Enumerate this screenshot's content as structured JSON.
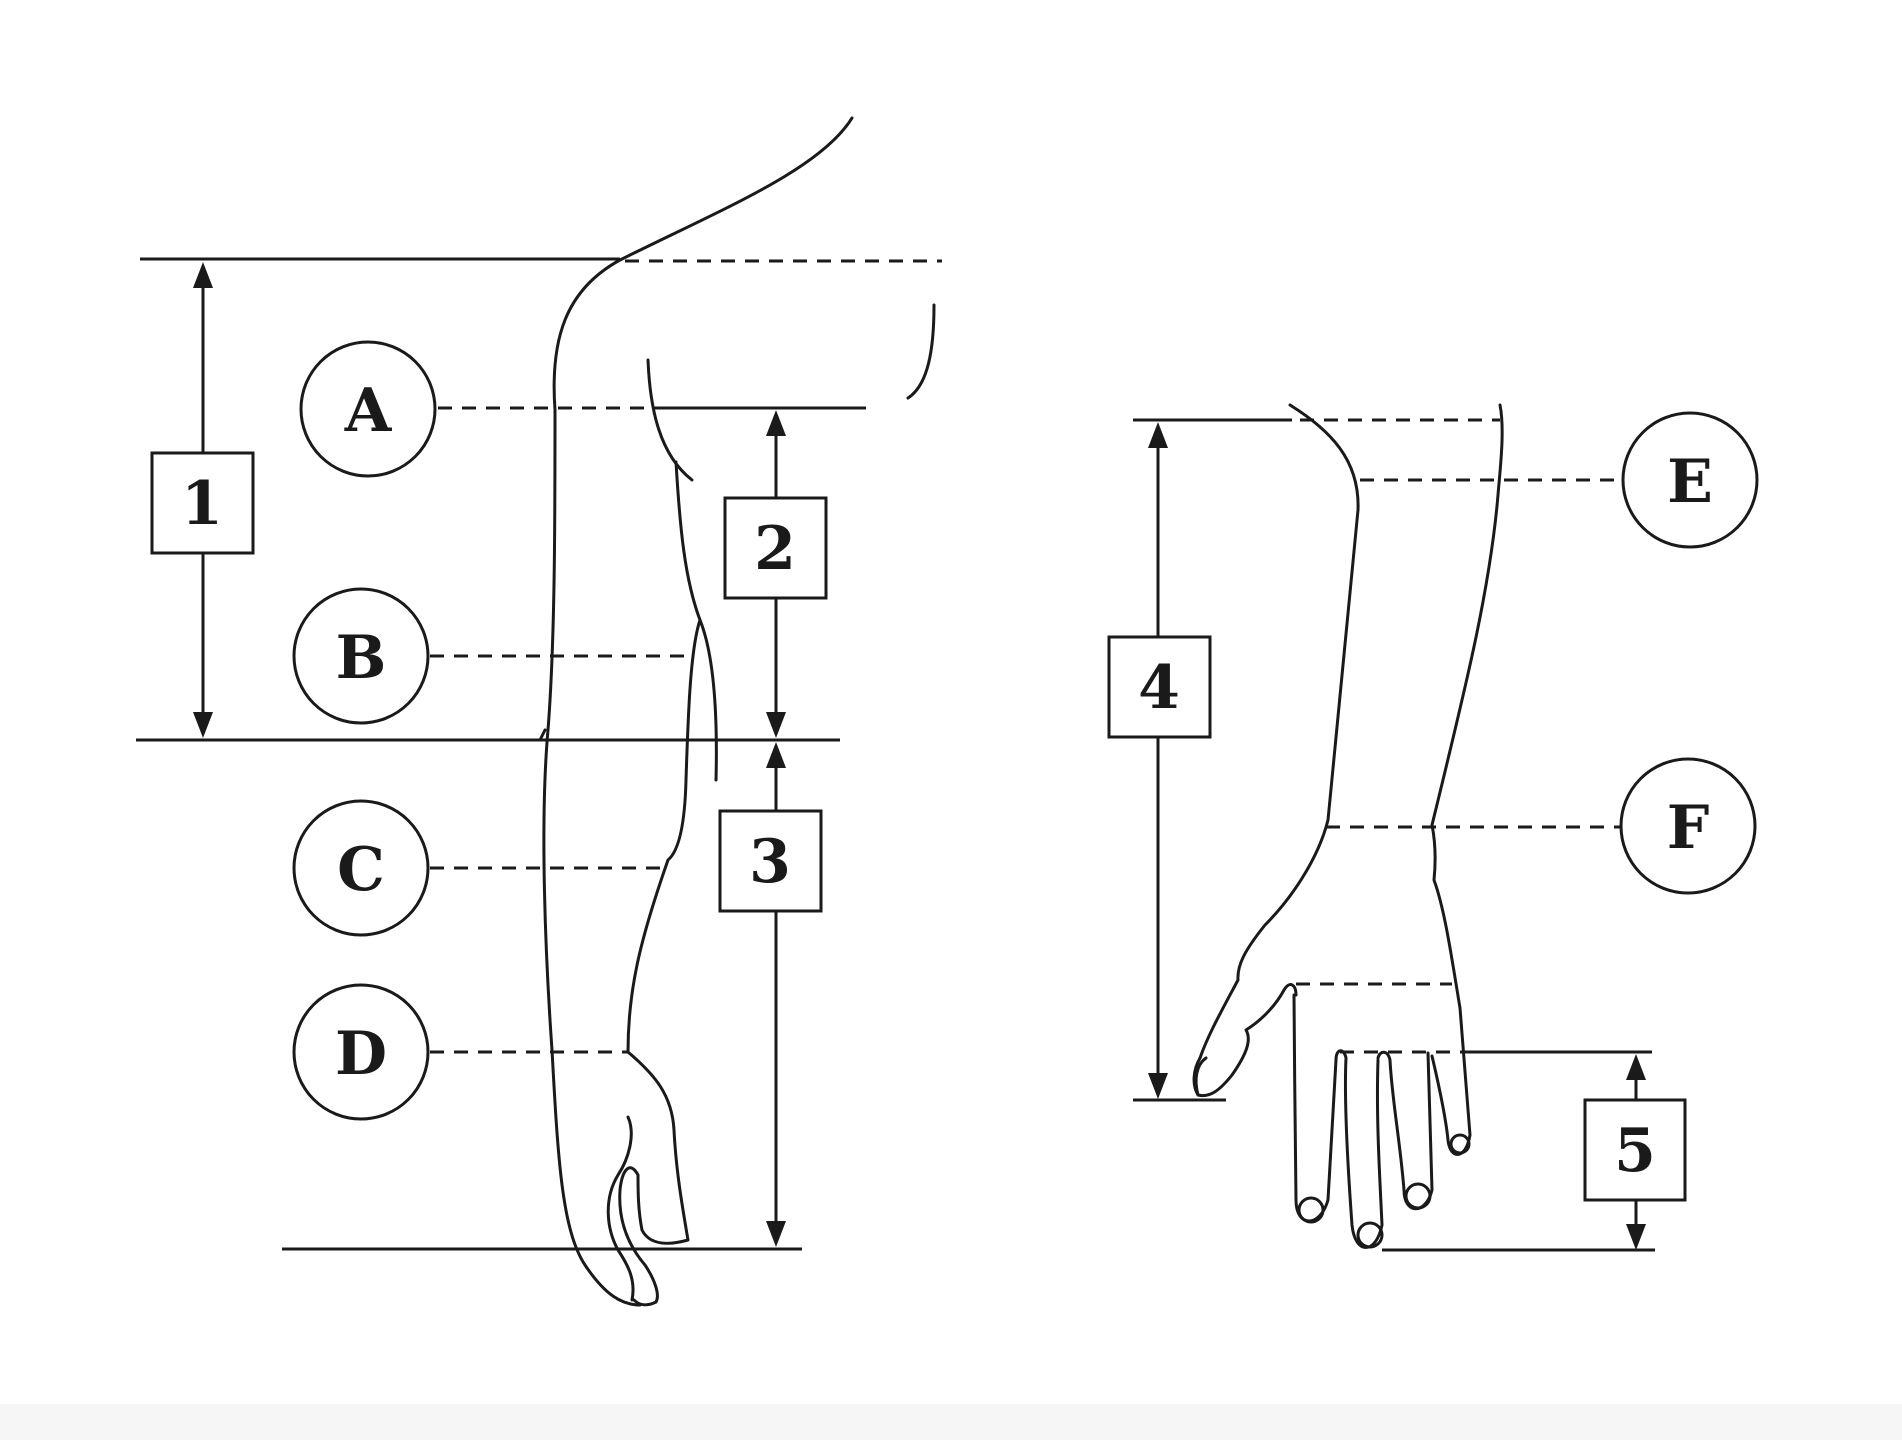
{
  "diagram": {
    "measurement_letters": [
      {
        "id": "a",
        "label": "A"
      },
      {
        "id": "b",
        "label": "B"
      },
      {
        "id": "c",
        "label": "C"
      },
      {
        "id": "d",
        "label": "D"
      },
      {
        "id": "e",
        "label": "E"
      },
      {
        "id": "f",
        "label": "F"
      }
    ],
    "length_numbers": [
      {
        "id": "n1",
        "label": "1"
      },
      {
        "id": "n2",
        "label": "2"
      },
      {
        "id": "n3",
        "label": "3"
      },
      {
        "id": "n4",
        "label": "4"
      },
      {
        "id": "n5",
        "label": "5"
      }
    ]
  },
  "colors": {
    "line": "#1a1a1a",
    "background": "#ffffff"
  }
}
